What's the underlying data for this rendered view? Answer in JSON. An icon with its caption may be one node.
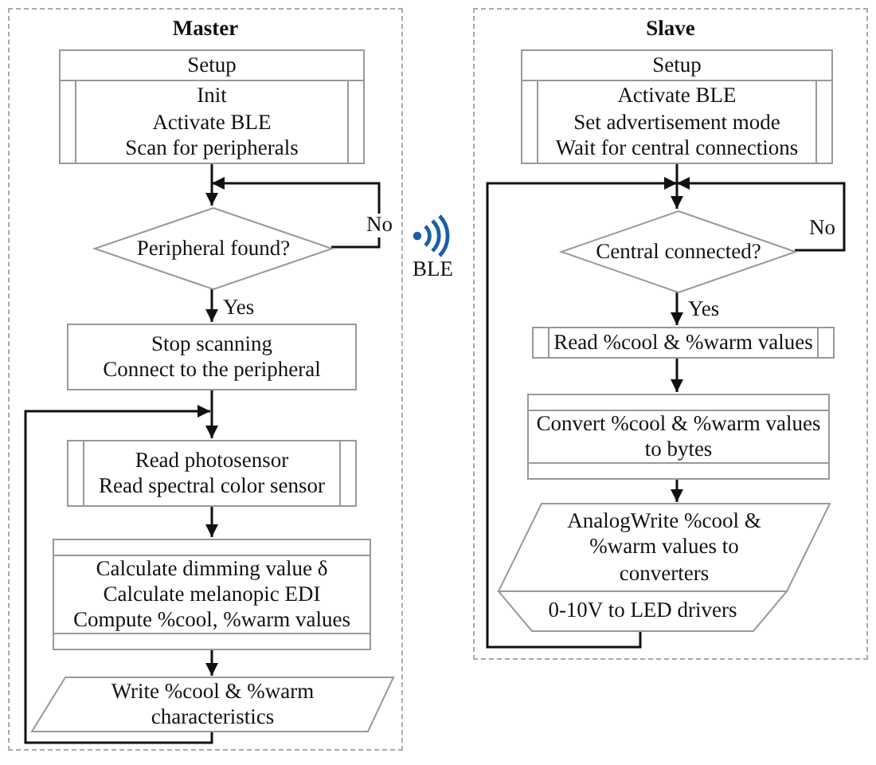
{
  "diagram": {
    "nodes": [
      {
        "text": [
          "Master"
        ]
      },
      {
        "text": [
          "Setup",
          "Init",
          "Activate BLE",
          "Scan for peripherals"
        ],
        "in": 0
      },
      {
        "text": [
          "Peripheral found?"
        ],
        "in": 0
      },
      {
        "text": [
          "Stop scanning",
          "Connect to the peripheral"
        ],
        "in": 0
      },
      {
        "text": [
          "Read photosensor",
          "Read spectral color sensor"
        ],
        "in": 0
      },
      {
        "text": [
          "Calculate dimming value δ",
          "Calculate melanopic EDI",
          "Compute %cool, %warm values"
        ],
        "in": 0
      },
      {
        "text": [
          "Write %cool & %warm characteristics"
        ],
        "in": 0
      },
      {
        "text": [
          "Slave"
        ]
      },
      {
        "text": [
          "Setup",
          "Activate BLE",
          "Set advertisement mode",
          "Wait for central connections"
        ],
        "in": 7
      },
      {
        "text": [
          "Central connected?"
        ],
        "in": 7
      },
      {
        "text": [
          "Read %cool & %warm values"
        ],
        "in": 7
      },
      {
        "text": [
          "Convert %cool & %warm values to bytes"
        ],
        "in": 7
      },
      {
        "text": [
          "AnalogWrite %cool & %warm values to converters"
        ],
        "in": 7
      },
      {
        "text": [
          "0-10V to LED drivers"
        ],
        "in": 7
      }
    ],
    "edges": [
      {
        "from": 1,
        "to": 2,
        "arrow": "to"
      },
      {
        "from": 2,
        "to": 2,
        "label": "No",
        "arrow": "to"
      },
      {
        "from": 2,
        "to": 3,
        "label": "Yes",
        "arrow": "to"
      },
      {
        "from": 3,
        "to": 4,
        "arrow": "to"
      },
      {
        "from": 4,
        "to": 5,
        "arrow": "to"
      },
      {
        "from": 5,
        "to": 6,
        "arrow": "to"
      },
      {
        "from": 6,
        "to": 4,
        "arrow": "to"
      },
      {
        "from": 8,
        "to": 9,
        "arrow": "to"
      },
      {
        "from": 9,
        "to": 9,
        "label": "No",
        "arrow": "to"
      },
      {
        "from": 9,
        "to": 10,
        "label": "Yes",
        "arrow": "to"
      },
      {
        "from": 10,
        "to": 11,
        "arrow": "to"
      },
      {
        "from": 11,
        "to": 12,
        "arrow": "to"
      },
      {
        "from": 13,
        "to": 9,
        "arrow": "to"
      }
    ],
    "labels": [
      "BLE"
    ]
  }
}
